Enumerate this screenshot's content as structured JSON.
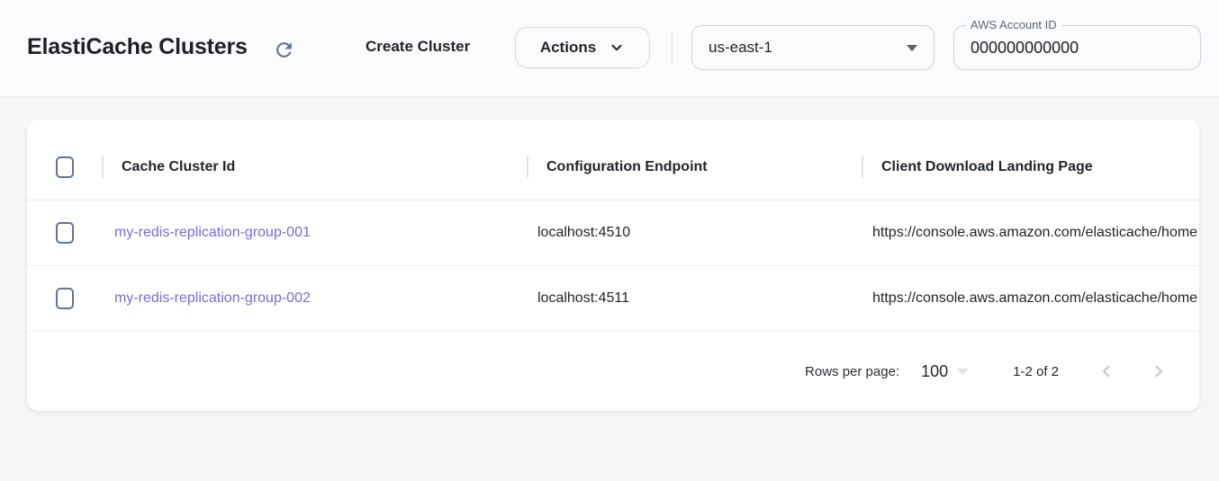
{
  "header": {
    "title": "ElastiCache Clusters",
    "create_button_label": "Create Cluster",
    "actions_button_label": "Actions",
    "region_selected": "us-east-1",
    "account_field": {
      "label": "AWS Account ID",
      "value": "000000000000"
    }
  },
  "table": {
    "columns": [
      "Cache Cluster Id",
      "Configuration Endpoint",
      "Client Download Landing Page"
    ],
    "rows": [
      {
        "cache_cluster_id": "my-redis-replication-group-001",
        "configuration_endpoint": "localhost:4510",
        "client_download_landing_page": "https://console.aws.amazon.com/elasticache/home"
      },
      {
        "cache_cluster_id": "my-redis-replication-group-002",
        "configuration_endpoint": "localhost:4511",
        "client_download_landing_page": "https://console.aws.amazon.com/elasticache/home"
      }
    ],
    "pagination": {
      "rows_per_page_label": "Rows per page:",
      "rows_per_page_value": "100",
      "range_label": "1-2 of 2"
    }
  },
  "icons": {
    "refresh": "⟳",
    "chevron_down": "⌄",
    "dropdown_caret": "▾",
    "chevron_left": "‹",
    "chevron_right": "›"
  },
  "colors": {
    "link": "#7b6ae0",
    "icon_gray": "#64748b",
    "text_primary": "#1d2126",
    "border": "#ccd3d9",
    "card_background": "#ffffff",
    "page_background": "#f5f6f8",
    "disabled_icon": "#c5c9cd"
  }
}
